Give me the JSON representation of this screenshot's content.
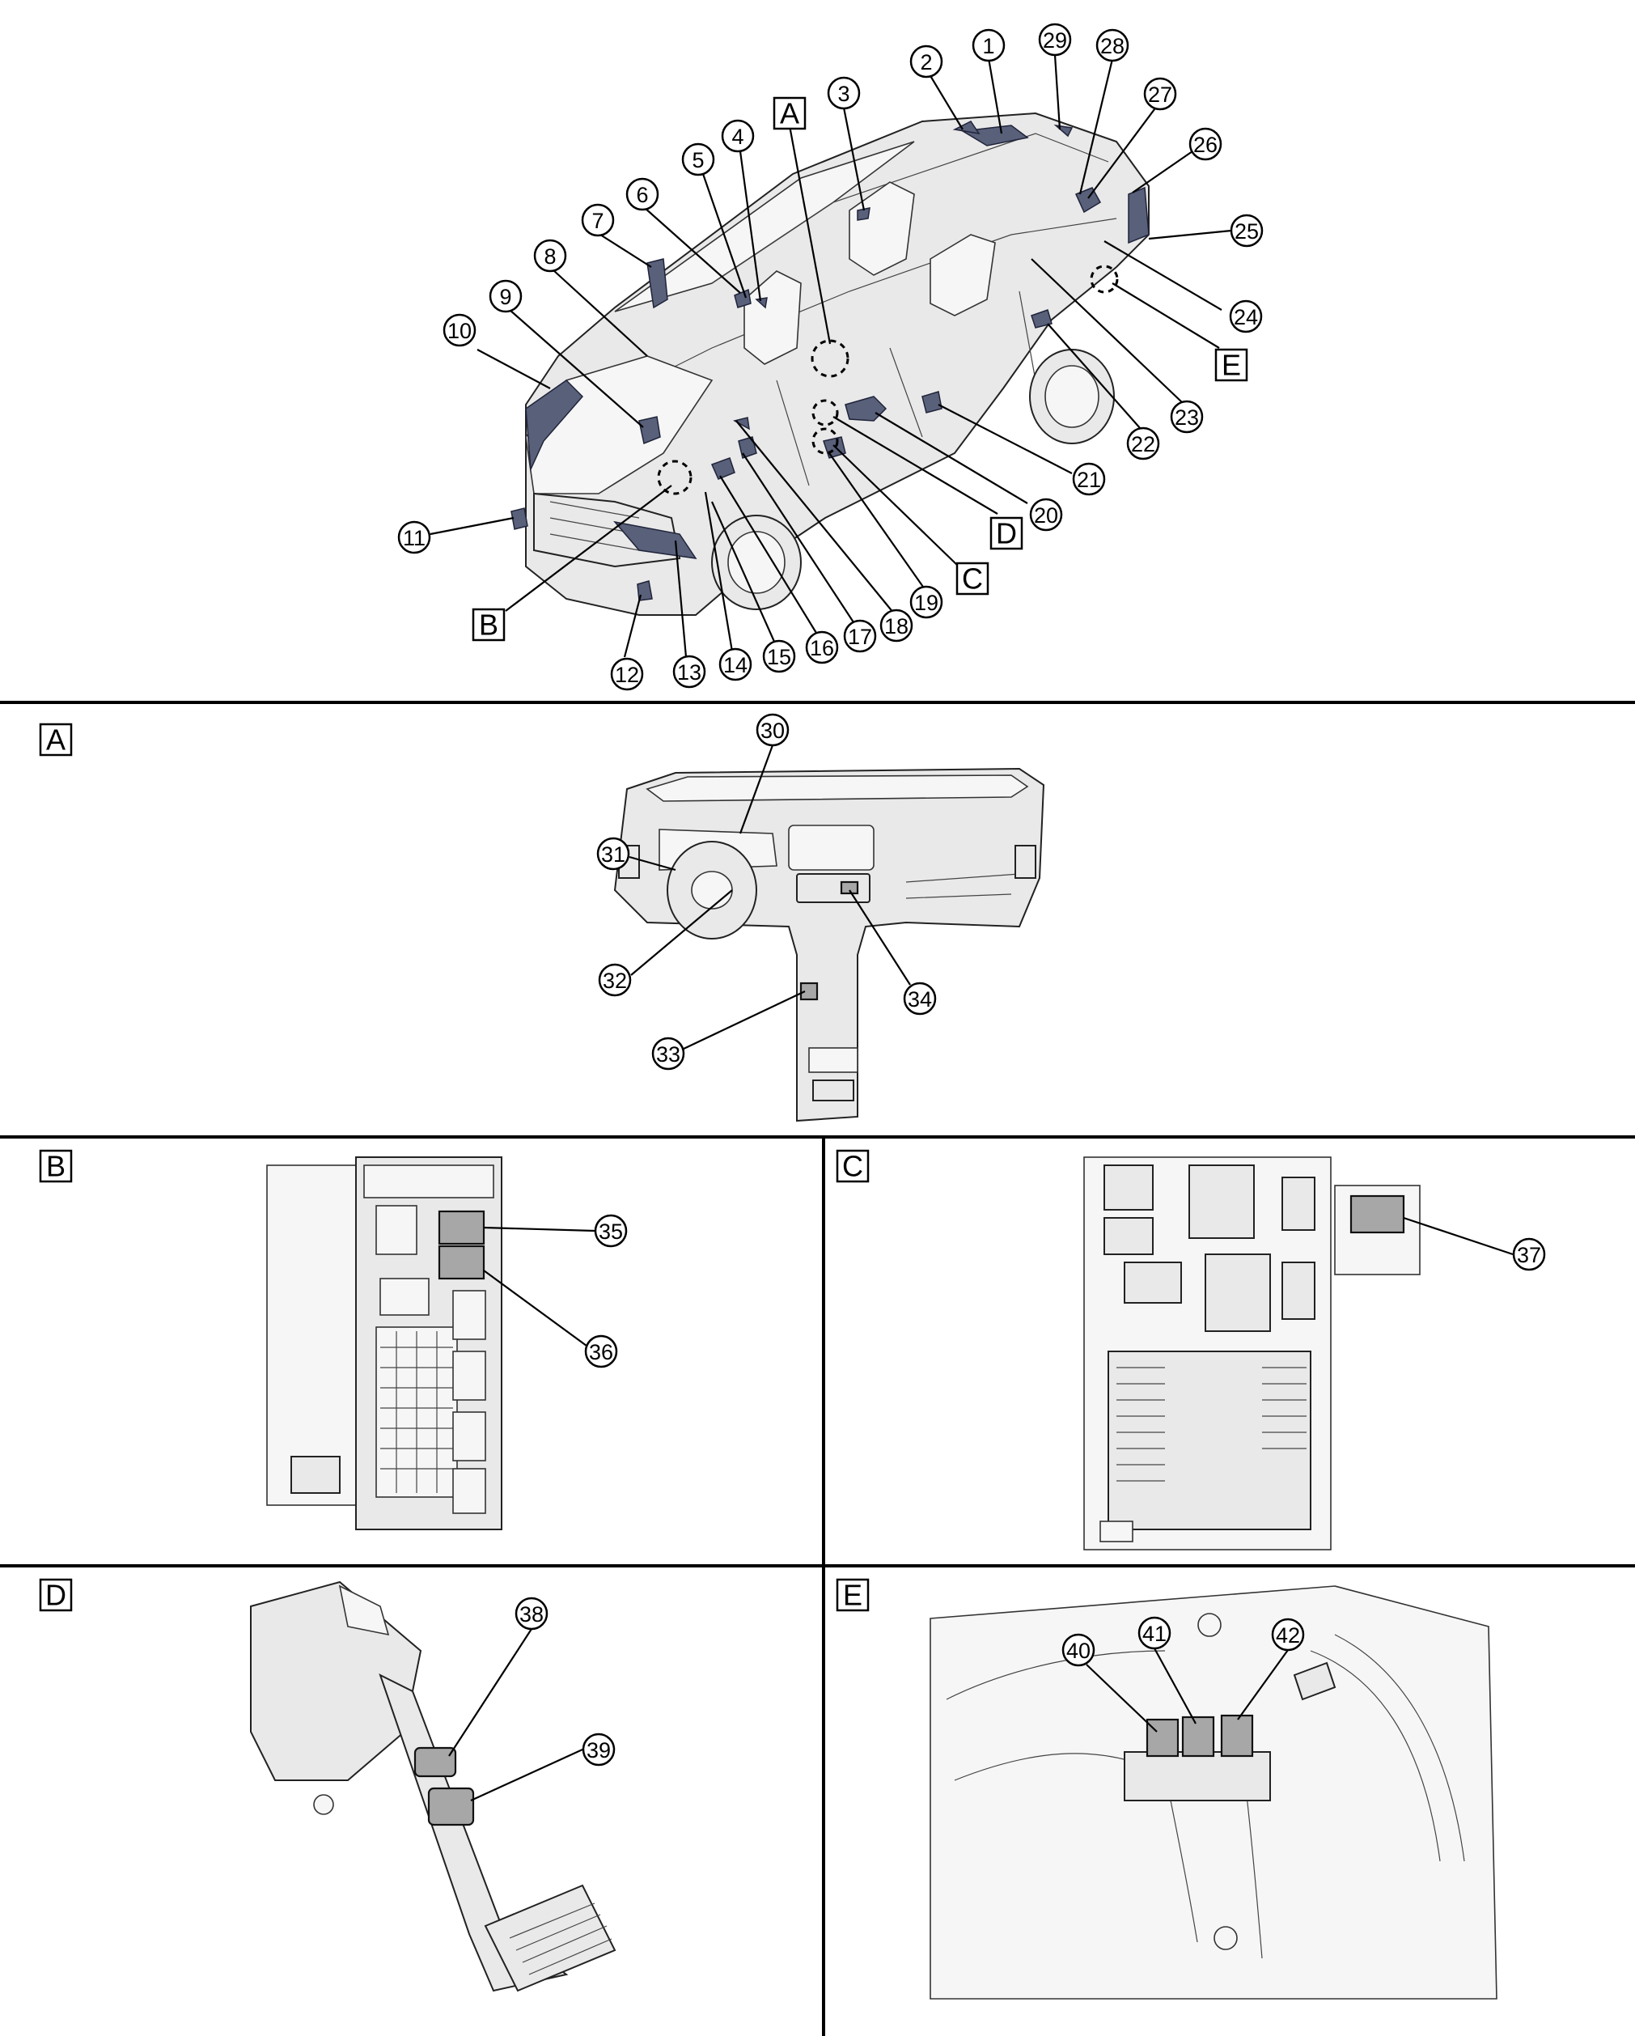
{
  "colors": {
    "line": "#000000",
    "component": "#59607a",
    "highlight": "#a7a7a7",
    "background": "#ffffff"
  },
  "panels": [
    {
      "id": "A",
      "label": "A"
    },
    {
      "id": "B",
      "label": "B"
    },
    {
      "id": "C",
      "label": "C"
    },
    {
      "id": "D",
      "label": "D"
    },
    {
      "id": "E",
      "label": "E"
    }
  ],
  "overview_detail_markers": [
    {
      "id": "A",
      "label": "A"
    },
    {
      "id": "B",
      "label": "B"
    },
    {
      "id": "C",
      "label": "C"
    },
    {
      "id": "D",
      "label": "D"
    },
    {
      "id": "E",
      "label": "E"
    }
  ],
  "callouts": [
    "1",
    "2",
    "3",
    "4",
    "5",
    "6",
    "7",
    "8",
    "9",
    "10",
    "11",
    "12",
    "13",
    "14",
    "15",
    "16",
    "17",
    "18",
    "19",
    "20",
    "21",
    "22",
    "23",
    "24",
    "25",
    "26",
    "27",
    "28",
    "29",
    "30",
    "31",
    "32",
    "33",
    "34",
    "35",
    "36",
    "37",
    "38",
    "39",
    "40",
    "41",
    "42"
  ]
}
